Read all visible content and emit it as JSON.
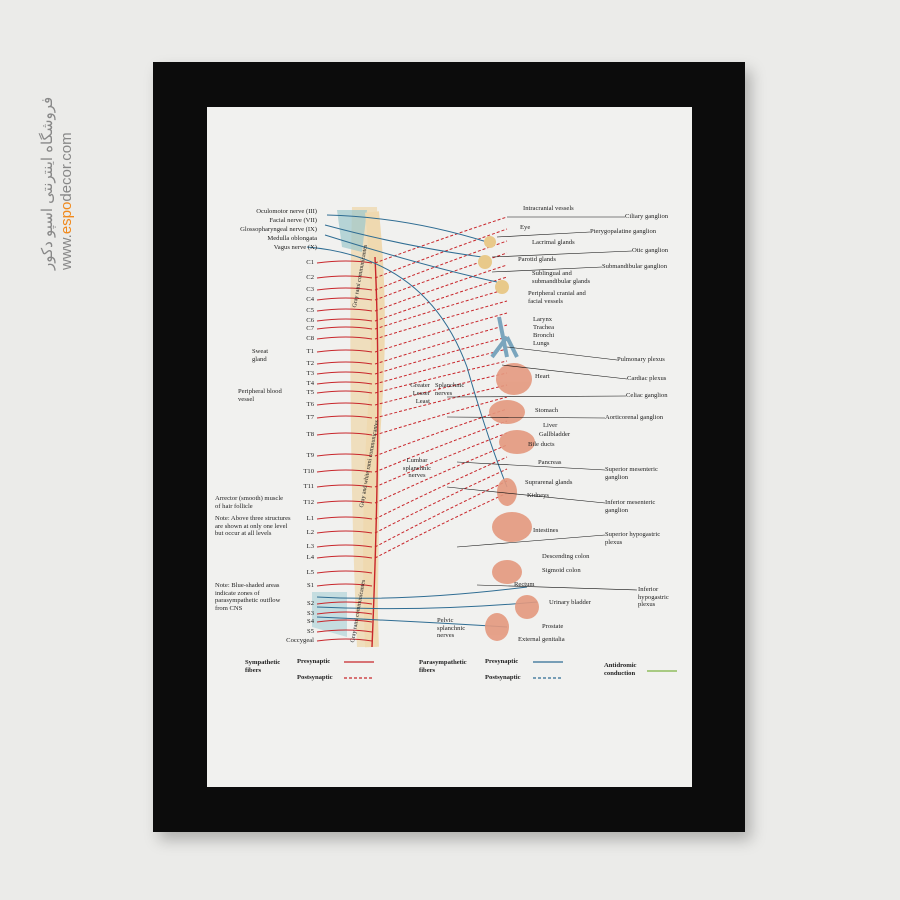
{
  "watermark": {
    "persian": "فروشگاه اینترنتی اسپو دکور",
    "url_prefix": "www.",
    "url_brand": "espo",
    "url_suffix": "decor.com"
  },
  "colors": {
    "sympathetic": "#c8262b",
    "parasympathetic": "#2f6d93",
    "antidromic": "#7cb342",
    "frame": "#0c0c0c"
  },
  "cranial": [
    "Oculomotor nerve (III)",
    "Facial nerve (VII)",
    "Glossopharyngeal nerve (IX)",
    "Medulla oblongata",
    "Vagus nerve (X)"
  ],
  "segments": [
    "C1",
    "C2",
    "C3",
    "C4",
    "C5",
    "C6",
    "C7",
    "C8",
    "T1",
    "T2",
    "T3",
    "T4",
    "T5",
    "T6",
    "T7",
    "T8",
    "T9",
    "T10",
    "T11",
    "T12",
    "L1",
    "L2",
    "L3",
    "L4",
    "L5",
    "S1",
    "S2",
    "S3",
    "S4",
    "S5",
    "Coccygeal"
  ],
  "left_notes": {
    "sweat": "Sweat gland",
    "vessel": "Peripheral blood vessel",
    "arrector": "Arrector (smooth) muscle of hair follicle",
    "note1": "Note: Above three structures are shown at only one level but occur at all levels",
    "note2": "Note: Blue-shaded areas indicate zones of parasympathetic outflow from CNS"
  },
  "middle": {
    "greater": "Greater",
    "lesser": "Lesser",
    "least": "Least",
    "splanchnic": "Splanchnic nerves",
    "lumbar": "Lumbar splanchnic nerves",
    "pelvic": "Pelvic splanchnic nerves",
    "gray_rami": "Gray rami communicantes",
    "gray_white": "Gray and white rami communicantes",
    "gray_rami2": "Gray rami communicantes"
  },
  "organs": [
    "Intracranial vessels",
    "Eye",
    "Lacrimal glands",
    "Parotid glands",
    "Sublingual and submandibular glands",
    "Peripheral cranial and facial vessels",
    "Larynx",
    "Trachea",
    "Bronchi",
    "Lungs",
    "Heart",
    "Stomach",
    "Liver",
    "Gallbladder",
    "Bile ducts",
    "Pancreas",
    "Suprarenal glands",
    "Kidneys",
    "Intestines",
    "Descending colon",
    "Sigmoid colon",
    "Rectum",
    "Urinary bladder",
    "Prostate",
    "External genitalia"
  ],
  "ganglia": [
    "Ciliary ganglion",
    "Pterygopalatine ganglion",
    "Otic ganglion",
    "Submandibular ganglion",
    "Pulmonary plexus",
    "Cardiac plexus",
    "Celiac ganglion",
    "Aorticorenal ganglion",
    "Superior mesenteric ganglion",
    "Inferior mesenteric ganglion",
    "Superior hypogastric plexus",
    "Inferior hypogastric plexus"
  ],
  "legend": {
    "symp": "Sympathetic fibers",
    "para": "Parasympathetic fibers",
    "pre": "Presynaptic",
    "post": "Postsynaptic",
    "anti": "Antidromic conduction"
  }
}
